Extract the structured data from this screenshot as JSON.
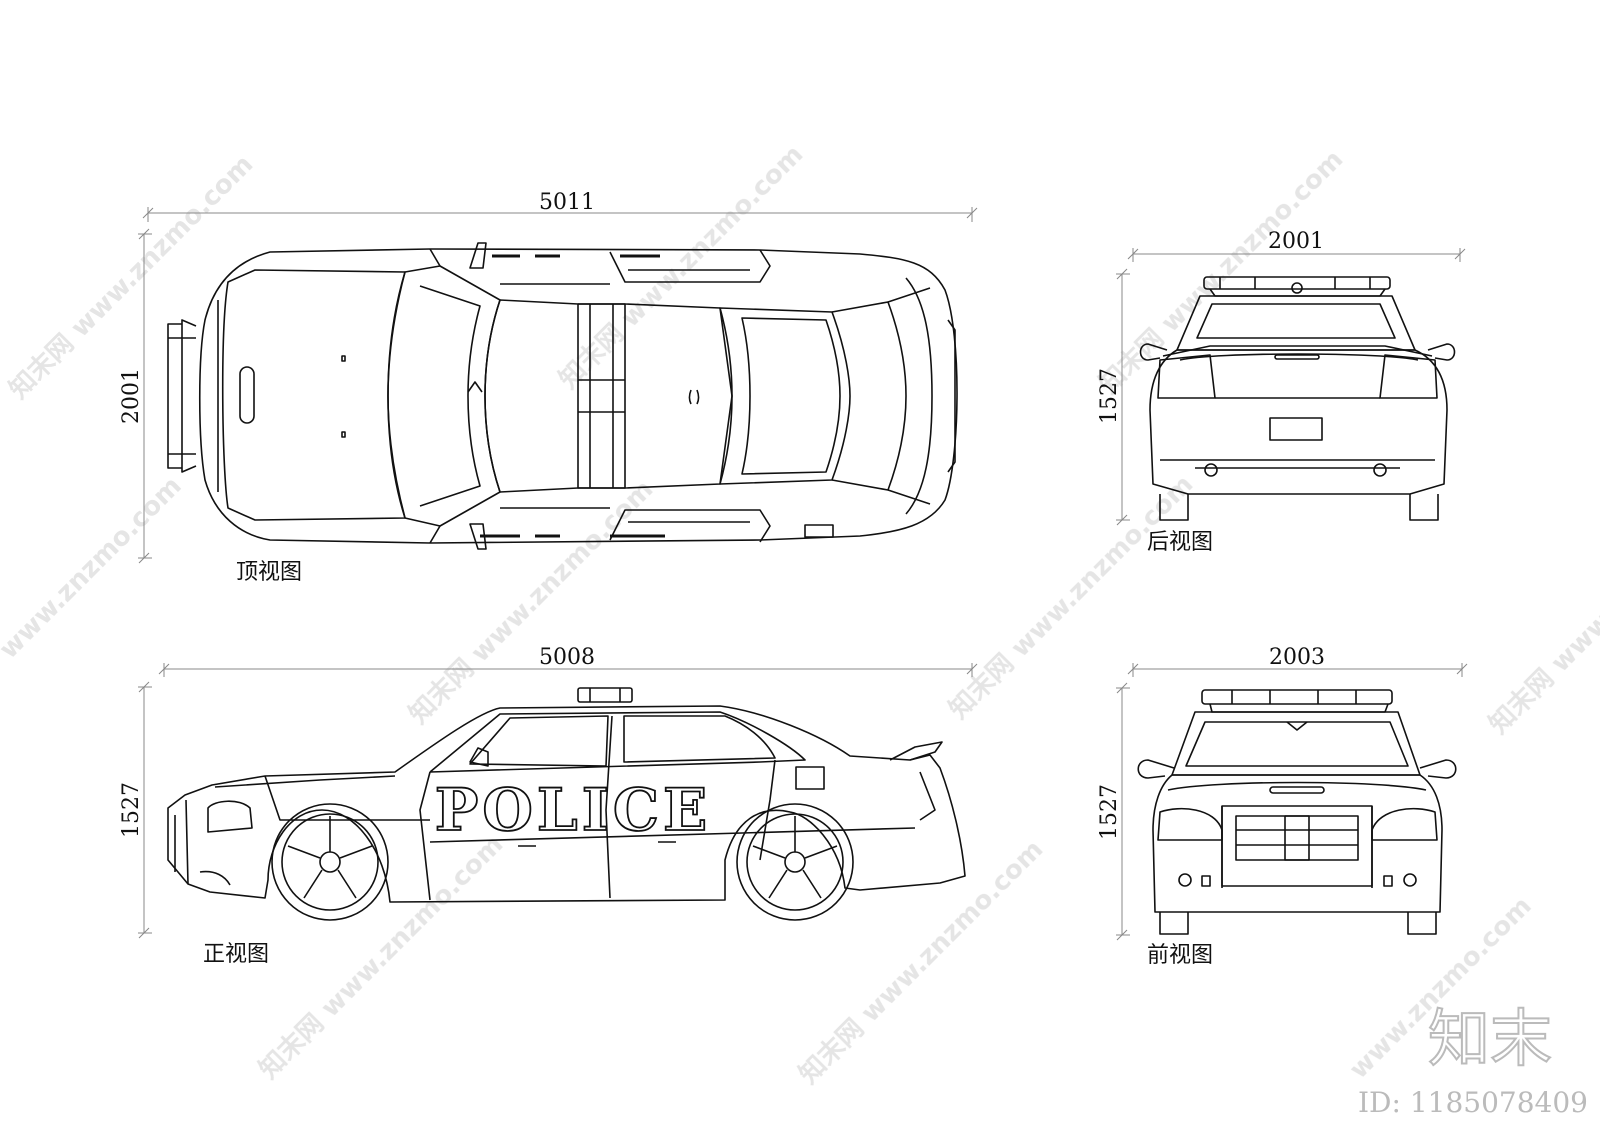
{
  "views": {
    "top": {
      "caption": "顶视图",
      "width_dim": "5011",
      "height_dim": "2001"
    },
    "rear": {
      "caption": "后视图",
      "width_dim": "2001",
      "height_dim": "1527"
    },
    "side": {
      "caption": "正视图",
      "width_dim": "5008",
      "height_dim": "1527"
    },
    "front": {
      "caption": "前视图",
      "width_dim": "2003",
      "height_dim": "1527"
    }
  },
  "vehicle_text": {
    "door_label": "POLICE"
  },
  "watermark": {
    "site": "www.znzmo.com",
    "brand_cn": "知末网",
    "logo_text": "知末",
    "id_text": "ID: 1185078409"
  },
  "colors": {
    "line": "#111111",
    "dim": "#888888",
    "watermark": "#c8c8c8",
    "paper": "#ffffff"
  }
}
